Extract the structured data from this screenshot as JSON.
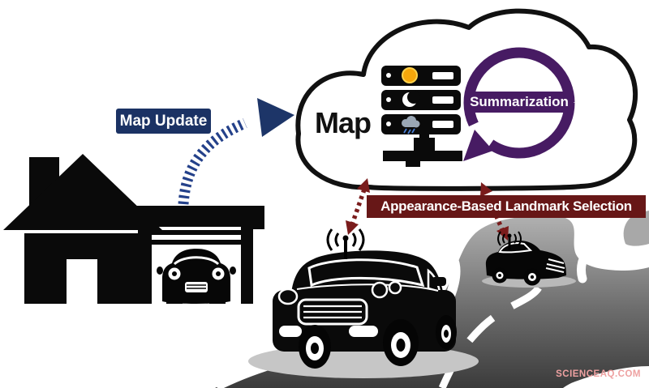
{
  "labels": {
    "map": "Map",
    "map_update": "Map Update",
    "summarization": "Summarization",
    "landmark_selection": "Appearance-Based Landmark Selection"
  },
  "watermark": "SCIENCEAQ.COM",
  "colors": {
    "navy_label": "#1b3264",
    "navy_arrow": "#24418a",
    "purple": "#471b63",
    "maroon_label": "#671717",
    "maroon_arrow": "#7a1c1c",
    "black": "#0a0a0a",
    "road_dark": "#3b3b3b",
    "road_light": "#b6b6b6",
    "sun_yellow": "#f6a70b",
    "rain_blue": "#4a7fd4",
    "watermark_pink": "#eea1a1",
    "shadow_gray": "#c6c6c6"
  },
  "icons": {
    "cloud": "cloud-outline",
    "servers": "server-rack-with-weather-icons",
    "weather": [
      "sun-icon",
      "moon-icon",
      "rain-cloud-icon"
    ],
    "network": "network-switch-icon",
    "cycle": "circular-cycle-arrow",
    "map_update_arrow": "striped-curved-arrow",
    "landmark_arrows": "dashed-double-headed-arrows",
    "vehicles": [
      "garage-car",
      "suv-with-antenna",
      "car-with-antenna"
    ],
    "scene": [
      "house-with-garage",
      "winding-road"
    ]
  }
}
